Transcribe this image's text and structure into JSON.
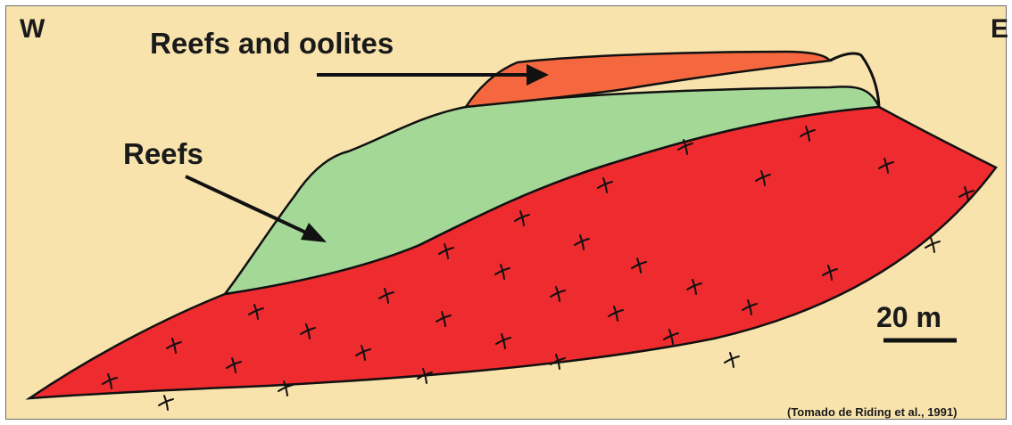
{
  "labels": {
    "west": "W",
    "east": "E",
    "reefs_and_oolites": "Reefs and oolites",
    "reefs": "Reefs",
    "scale": "20 m",
    "citation": "(Tomado de Riding et al., 1991)"
  },
  "colors": {
    "background": "#f8e3ad",
    "basement": "#ee2b2f",
    "reefs": "#a4d897",
    "reefs_and_oolites": "#f5683f",
    "outline": "#111111"
  }
}
